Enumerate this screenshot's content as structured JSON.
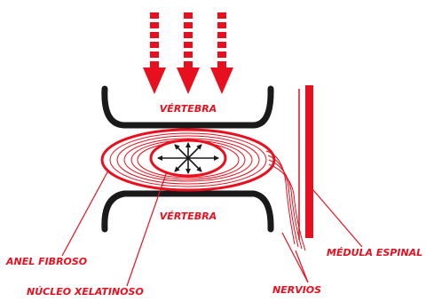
{
  "labels": {
    "vertebra_top": "VÉRTEBRA",
    "vertebra_bottom": "VÉRTEBRA",
    "anel_fibroso": "ANEL FIBROSO",
    "nucleo_xelatinoso": "NÚCLEO XELATINOSO",
    "nervios": "NERVIOS",
    "medula_espinal": "MÉDULA ESPINAL"
  },
  "colors": {
    "accent": "#e8101e",
    "bone": "#1a1a1a",
    "background": "#ffffff"
  }
}
